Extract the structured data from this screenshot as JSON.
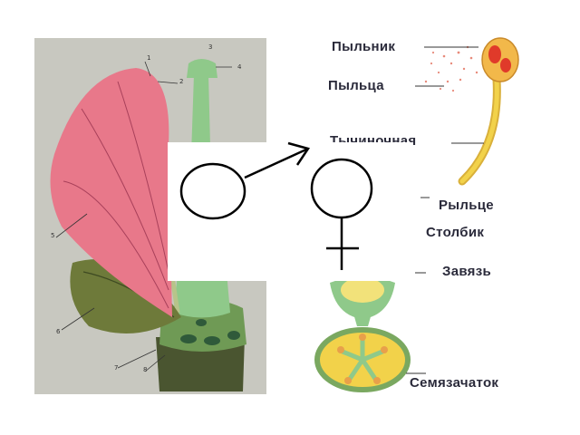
{
  "left_figure": {
    "number_labels": [
      "1",
      "2",
      "3",
      "4",
      "5",
      "6",
      "7",
      "8"
    ]
  },
  "right_figure": {
    "labels": {
      "anther": "Пыльник",
      "pollen": "Пыльца",
      "filament": "Тычиночная",
      "stigma": "Рыльце",
      "style": "Столбик",
      "ovary": "Завязь",
      "ovule": "Семязачаток"
    }
  },
  "overlay": {
    "male_symbol": "male-symbol",
    "female_symbol": "female-symbol"
  },
  "colors": {
    "petal": "#e8788a",
    "sepal": "#6e7a3a",
    "pistil_green": "#8fc98a",
    "stamen_yellow": "#f2d24a",
    "anther_red": "#e03a2a",
    "background_gray": "#c8c8c0"
  }
}
